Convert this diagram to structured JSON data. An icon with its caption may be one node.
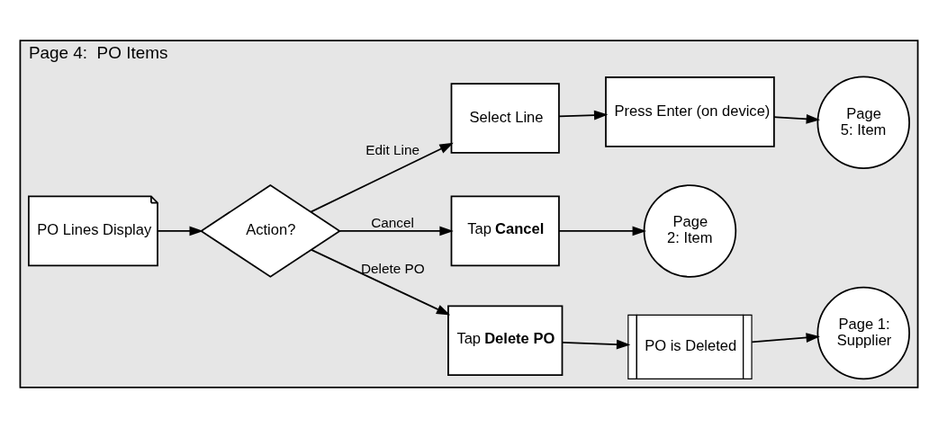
{
  "diagram": {
    "nodes": [
      {
        "text": [
          "Page 4:  PO Items"
        ]
      },
      {
        "text": [
          "PO Lines Display"
        ],
        "in": 0
      },
      {
        "text": [
          "Action?"
        ],
        "in": 0
      },
      {
        "text": [
          "Tap **Delete PO**"
        ],
        "in": 0
      },
      {
        "text": [
          "PO is Deleted"
        ],
        "in": 0
      },
      {
        "text": [
          "Page 1: Supplier"
        ],
        "in": 0
      },
      {
        "text": [
          "Tap **Cancel**"
        ],
        "in": 0
      },
      {
        "text": [
          "Page 2: Item"
        ],
        "in": 0
      },
      {
        "text": [
          "Select Line"
        ],
        "in": 0
      },
      {
        "text": [
          "Press Enter (on device)"
        ],
        "in": 0
      },
      {
        "text": [
          "Page 5: Item"
        ],
        "in": 0
      }
    ],
    "edges": [
      {
        "from": 1,
        "to": 2,
        "arrow": "to"
      },
      {
        "from": 2,
        "to": 3,
        "arrow": "to",
        "label": "Delete PO"
      },
      {
        "from": 3,
        "to": 4,
        "arrow": "to"
      },
      {
        "from": 4,
        "to": 5,
        "arrow": "to"
      },
      {
        "from": 2,
        "to": 6,
        "arrow": "to",
        "label": "Cancel"
      },
      {
        "from": 6,
        "to": 7,
        "arrow": "to"
      },
      {
        "from": 2,
        "to": 8,
        "arrow": "to",
        "label": "Edit Line"
      },
      {
        "from": 8,
        "to": 9,
        "arrow": "to"
      },
      {
        "from": 9,
        "to": 10,
        "arrow": "to"
      }
    ]
  }
}
